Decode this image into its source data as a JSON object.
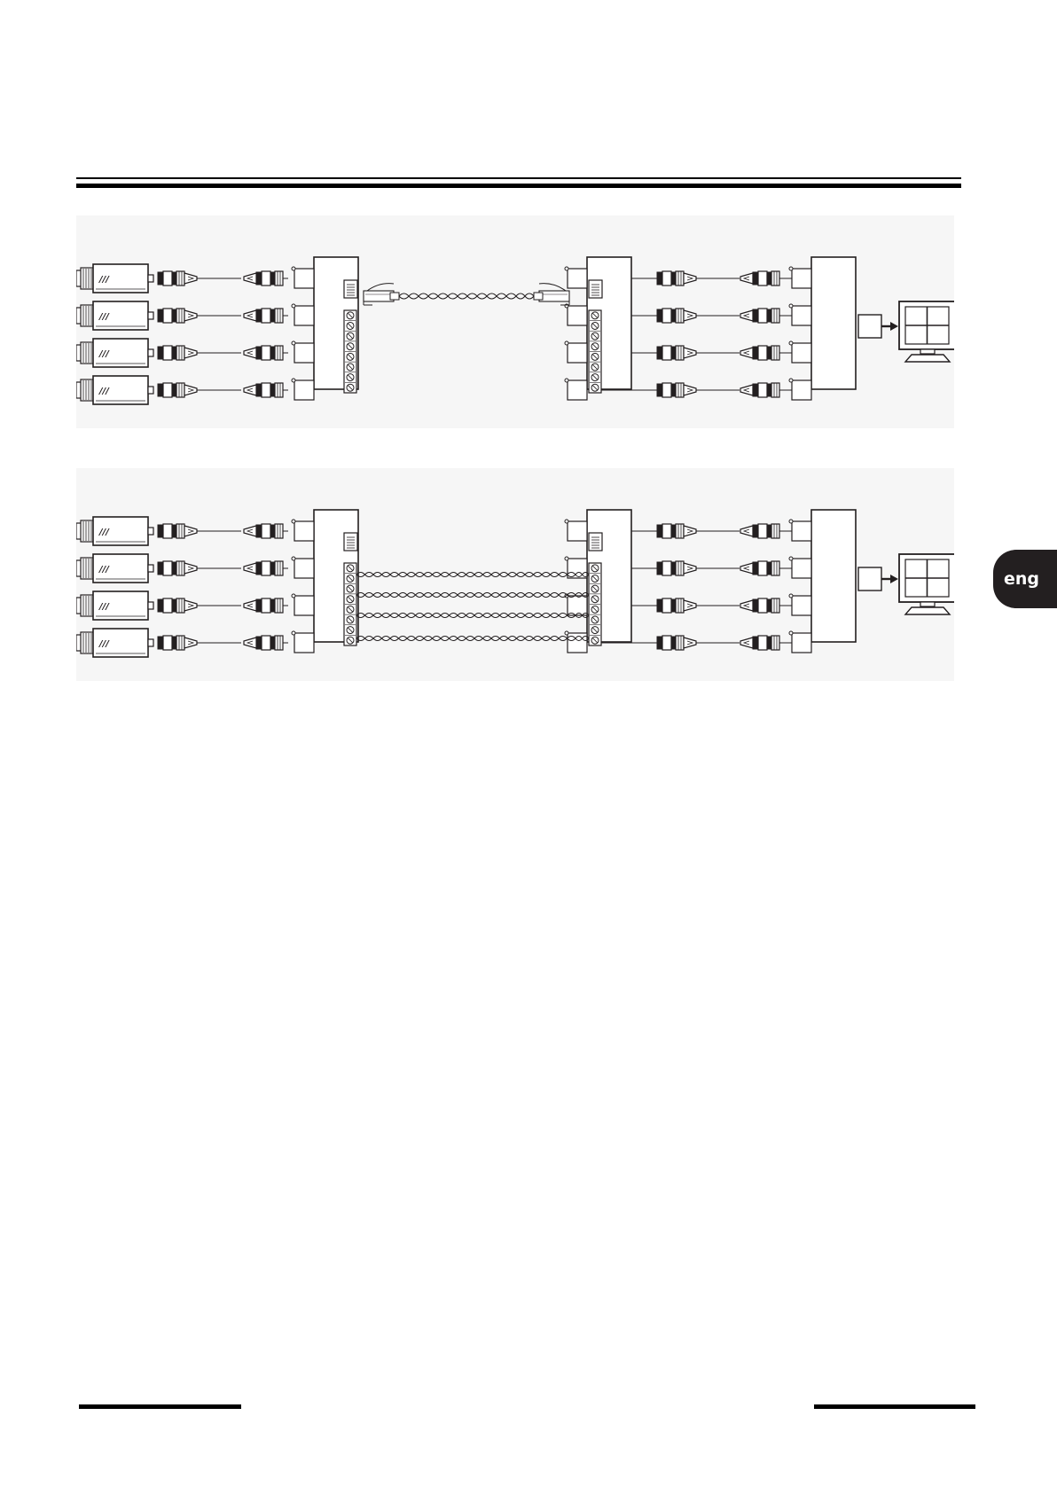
{
  "side_tab": {
    "label": "eng"
  },
  "diagrams": [
    {
      "link": "utp-cable-single-plug"
    },
    {
      "link": "twisted-pairs-per-channel"
    }
  ],
  "colors": {
    "ink": "#231f20",
    "panel": "#f6f6f6"
  },
  "icons": [
    "camera-icon",
    "bnc-connector-icon",
    "rj45-plug-icon",
    "monitor-icon",
    "arrow-right-icon"
  ]
}
